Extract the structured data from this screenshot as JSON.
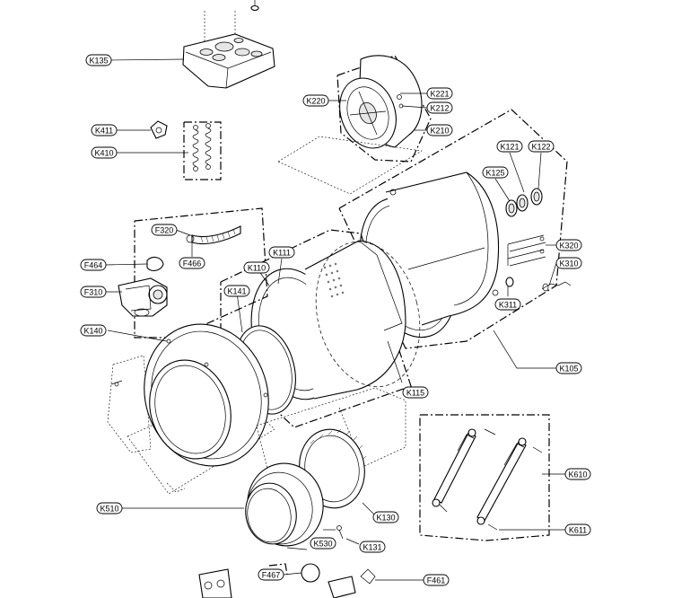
{
  "diagram": {
    "labels": [
      {
        "id": "K135",
        "text": "K135"
      },
      {
        "id": "K411",
        "text": "K411"
      },
      {
        "id": "K410",
        "text": "K410"
      },
      {
        "id": "K220",
        "text": "K220"
      },
      {
        "id": "K221",
        "text": "K221"
      },
      {
        "id": "K212",
        "text": "K212"
      },
      {
        "id": "K210",
        "text": "K210"
      },
      {
        "id": "K121",
        "text": "K121"
      },
      {
        "id": "K122",
        "text": "K122"
      },
      {
        "id": "K125",
        "text": "K125"
      },
      {
        "id": "K320",
        "text": "K320"
      },
      {
        "id": "K310",
        "text": "K310"
      },
      {
        "id": "K311",
        "text": "K311"
      },
      {
        "id": "K105",
        "text": "K105"
      },
      {
        "id": "F320",
        "text": "F320"
      },
      {
        "id": "F464",
        "text": "F464"
      },
      {
        "id": "F466",
        "text": "F466"
      },
      {
        "id": "F310",
        "text": "F310"
      },
      {
        "id": "K111",
        "text": "K111"
      },
      {
        "id": "K110",
        "text": "K110"
      },
      {
        "id": "K141",
        "text": "K141"
      },
      {
        "id": "K140",
        "text": "K140"
      },
      {
        "id": "K115",
        "text": "K115"
      },
      {
        "id": "K610",
        "text": "K610"
      },
      {
        "id": "K611",
        "text": "K611"
      },
      {
        "id": "K510",
        "text": "K510"
      },
      {
        "id": "K130",
        "text": "K130"
      },
      {
        "id": "K530",
        "text": "K530"
      },
      {
        "id": "K131",
        "text": "K131"
      },
      {
        "id": "F467",
        "text": "F467"
      },
      {
        "id": "F461",
        "text": "F461"
      }
    ]
  }
}
